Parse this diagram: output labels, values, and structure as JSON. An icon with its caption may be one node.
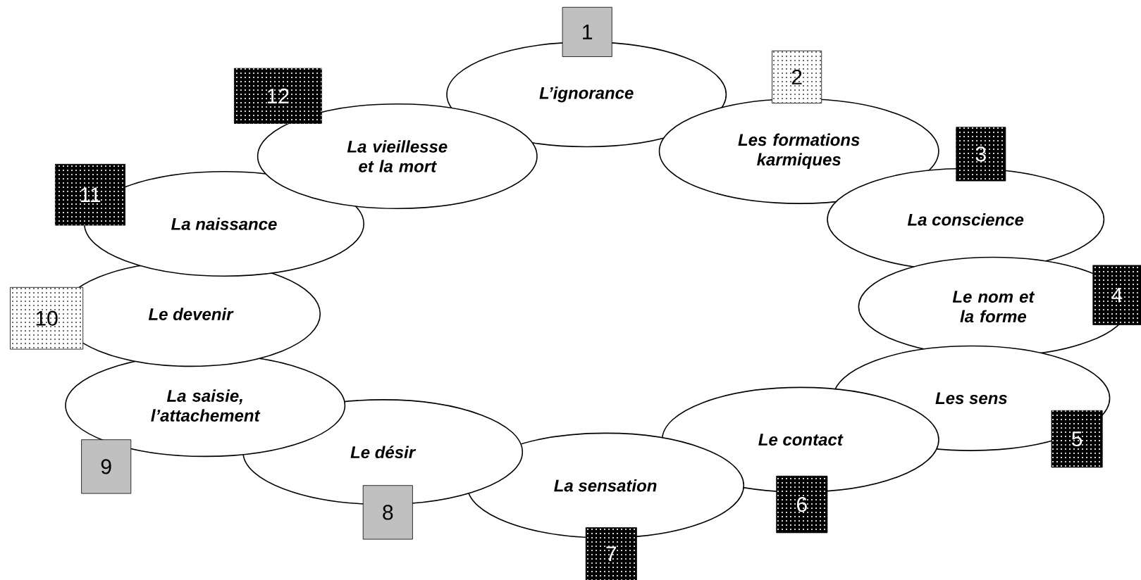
{
  "diagram": {
    "nodes": [
      {
        "text": [
          "1"
        ]
      },
      {
        "text": [
          "L’ignorance"
        ]
      },
      {
        "text": [
          "2"
        ]
      },
      {
        "text": [
          "Les formations karmiques"
        ]
      },
      {
        "text": [
          "3"
        ]
      },
      {
        "text": [
          "La conscience"
        ]
      },
      {
        "text": [
          "4"
        ]
      },
      {
        "text": [
          "Le nom et la forme"
        ]
      },
      {
        "text": [
          "5"
        ]
      },
      {
        "text": [
          "Les sens"
        ]
      },
      {
        "text": [
          "6"
        ]
      },
      {
        "text": [
          "Le contact"
        ]
      },
      {
        "text": [
          "7"
        ]
      },
      {
        "text": [
          "La sensation"
        ]
      },
      {
        "text": [
          "8"
        ]
      },
      {
        "text": [
          "Le désir"
        ]
      },
      {
        "text": [
          "9"
        ]
      },
      {
        "text": [
          "La saisie, l’attachement"
        ]
      },
      {
        "text": [
          "10"
        ]
      },
      {
        "text": [
          "Le devenir"
        ]
      },
      {
        "text": [
          "11"
        ]
      },
      {
        "text": [
          "La naissance"
        ]
      },
      {
        "text": [
          "12"
        ]
      },
      {
        "text": [
          "La vieillesse et la mort"
        ]
      }
    ]
  }
}
